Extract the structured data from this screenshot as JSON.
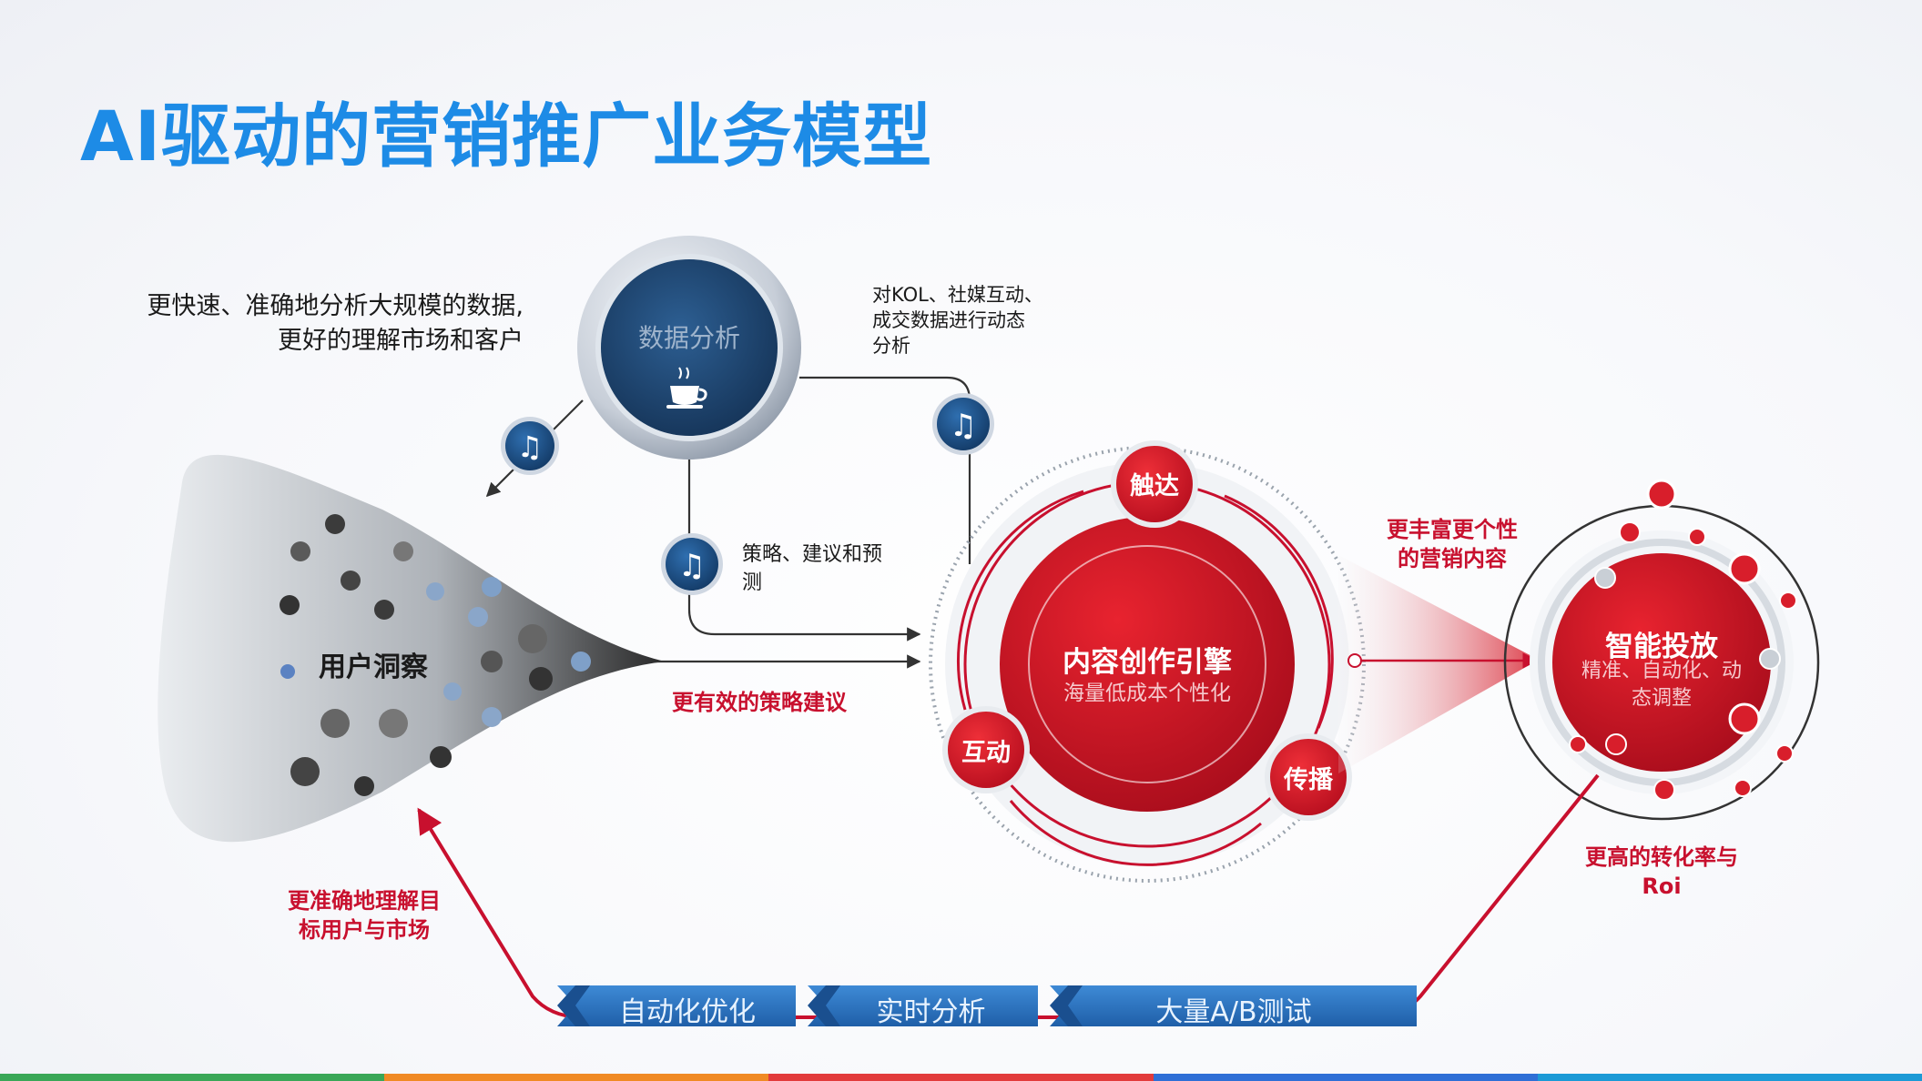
{
  "title": "AI驱动的营销推广业务模型",
  "data_analysis": {
    "label": "数据分析",
    "icon": "coffee-cup-icon",
    "left_desc": [
      "更快速、准确地分析大规模的数据,",
      "更好的理解市场和客户"
    ],
    "right_desc": [
      "对KOL、社媒互动、",
      "成交数据进行动态",
      "分析"
    ],
    "strategy_desc": [
      "策略、建议和预",
      "测"
    ]
  },
  "user_insight": {
    "label": "用户洞察",
    "arrow_label": "更有效的策略建议",
    "return_label": [
      "更准确地理解目",
      "标用户与市场"
    ]
  },
  "content_engine": {
    "title": "内容创作引擎",
    "subtitle": "海量低成本个性化",
    "nodes": [
      "触达",
      "互动",
      "传播"
    ],
    "output_label": [
      "更丰富更个性",
      "的营销内容"
    ]
  },
  "smart_delivery": {
    "title": "智能投放",
    "subtitle": [
      "精准、自动化、动",
      "态调整"
    ],
    "result_label": [
      "更高的转化率与",
      "Roi"
    ]
  },
  "banners": [
    "自动化优化",
    "实时分析",
    "大量A/B测试"
  ],
  "colors": {
    "title_blue": "#1d8be6",
    "accent_red": "#c8102e",
    "navy": "#1f4a78",
    "banner_blue": "#2f78c4"
  },
  "bottom_bar_colors": [
    "#3aa757",
    "#f08a24",
    "#e23b3b",
    "#2f6fd6",
    "#1c9ad6"
  ]
}
